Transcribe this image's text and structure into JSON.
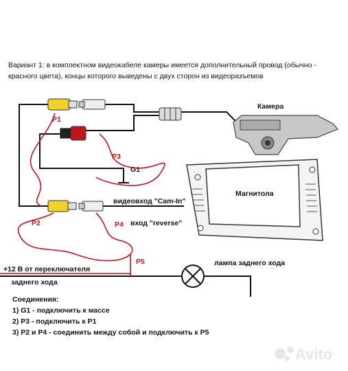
{
  "intro": "Вариант 1: в комплектном видеокабеле камеры имеется дополнительный провод (обычно - красного цвета), концы которого выведены с двух сторон из видеоразъемов",
  "labels": {
    "camera": "Камера",
    "head_unit": "Магнитола",
    "video_in": "видеовход \"Cam-In\"",
    "reverse_in": "вход \"reverse\"",
    "lamp": "лампа заднего хода",
    "power_line1": "+12 В от переключателя",
    "power_line2": "заднего хода",
    "ground": "G1"
  },
  "points": {
    "p1": "P1",
    "p2": "P2",
    "p3": "P3",
    "p4": "P4",
    "p5": "P5"
  },
  "connections": {
    "title": "Соединения:",
    "items": [
      "1) G1 - подключить к массе",
      "2) P3 - подключить к P1",
      "3) P2 и P4 - соединить между собой и подключить к P5"
    ]
  },
  "watermark": "Avito",
  "colors": {
    "red_wire": "#c0151b",
    "connector_yellow": "#f2d12a",
    "wire_black": "#111111"
  }
}
